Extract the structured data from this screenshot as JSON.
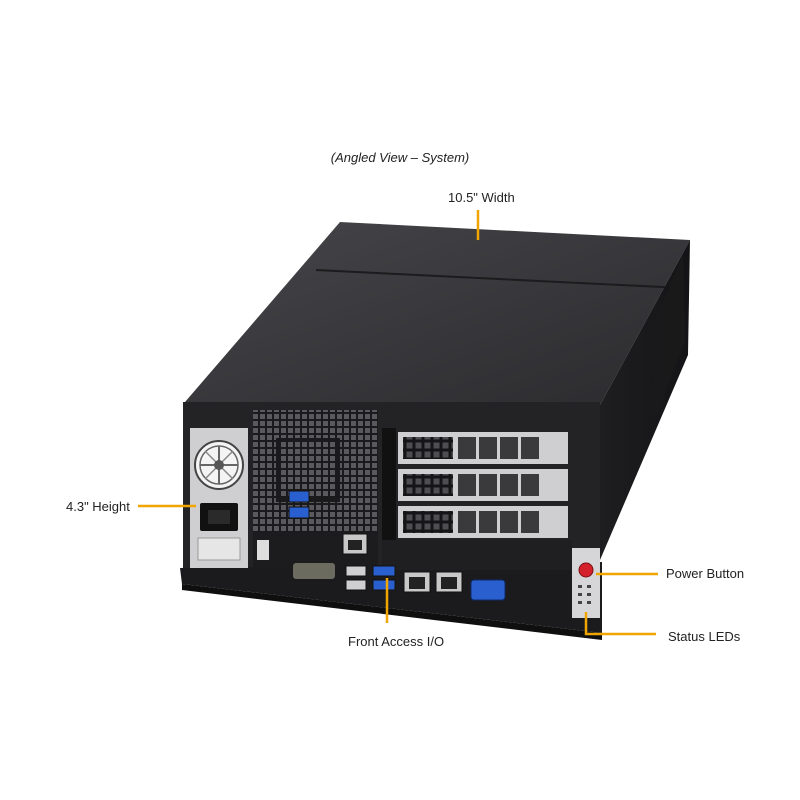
{
  "caption": "(Angled View – System)",
  "labels": {
    "width": "10.5\" Width",
    "height": "4.3\" Height",
    "front_io": "Front Access I/O",
    "power_button": "Power Button",
    "status_leds": "Status LEDs"
  },
  "colors": {
    "leader": "#f0a500",
    "chassis": "#2a2a2c",
    "port_blue": "#2a5fd0",
    "power_red": "#d4202a"
  }
}
